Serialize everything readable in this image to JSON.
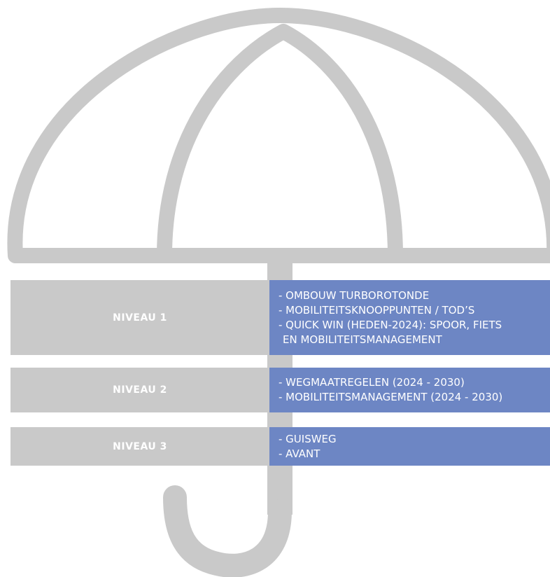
{
  "colors": {
    "umbrella": "#c9c9c9",
    "label_bg": "#c9c9c9",
    "content_bg": "#6d86c4",
    "text": "#ffffff"
  },
  "icon": "umbrella-icon",
  "levels": [
    {
      "label": "NIVEAU 1",
      "items": [
        "- OMBOUW TURBOROTONDE",
        "- MOBILITEITSKNOOPPUNTEN / TOD’S",
        "- QUICK WIN (HEDEN-2024): SPOOR, FIETS",
        "EN MOBILITEITSMANAGEMENT"
      ]
    },
    {
      "label": "NIVEAU 2",
      "items": [
        "- WEGMAATREGELEN (2024 - 2030)",
        "- MOBILITEITSMANAGEMENT (2024 - 2030)"
      ]
    },
    {
      "label": "NIVEAU 3",
      "items": [
        "- GUISWEG",
        "- AVANT"
      ]
    }
  ]
}
